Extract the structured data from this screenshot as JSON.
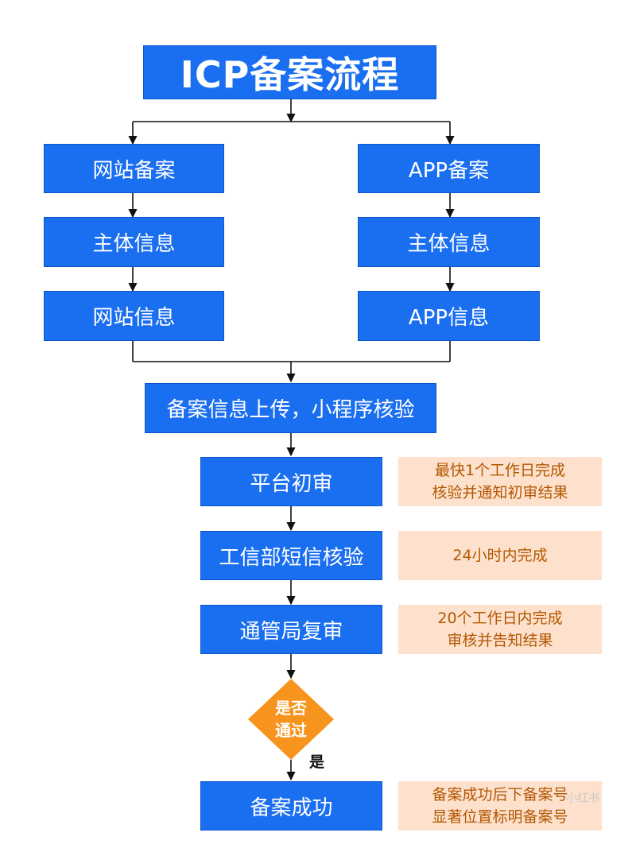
{
  "title": "ICP备案流程",
  "left_branch": [
    "网站备案",
    "主体信息",
    "网站信息"
  ],
  "right_branch": [
    "APP备案",
    "主体信息",
    "APP信息"
  ],
  "merge_step": "备案信息上传，小程序核验",
  "steps": [
    "平台初审",
    "工信部短信核验",
    "通管局复审"
  ],
  "notes": [
    {
      "line1": "最快1个工作日完成",
      "line2": "核验并通知初审结果"
    },
    {
      "line1": "24小时内完成",
      "line2": ""
    },
    {
      "line1": "20个工作日内完成",
      "line2": "审核并告知结果"
    }
  ],
  "decision": {
    "line1": "是否",
    "line2": "通过",
    "yes_label": "是"
  },
  "final_step": "备案成功",
  "final_note": {
    "line1": "备案成功后下备案号",
    "line2": "显著位置标明备案号"
  },
  "watermark": "小红书",
  "colors": {
    "box": "#1a6ef0",
    "note_bg": "#fde1cd",
    "note_text": "#b35700",
    "decision": "#f7941d"
  }
}
